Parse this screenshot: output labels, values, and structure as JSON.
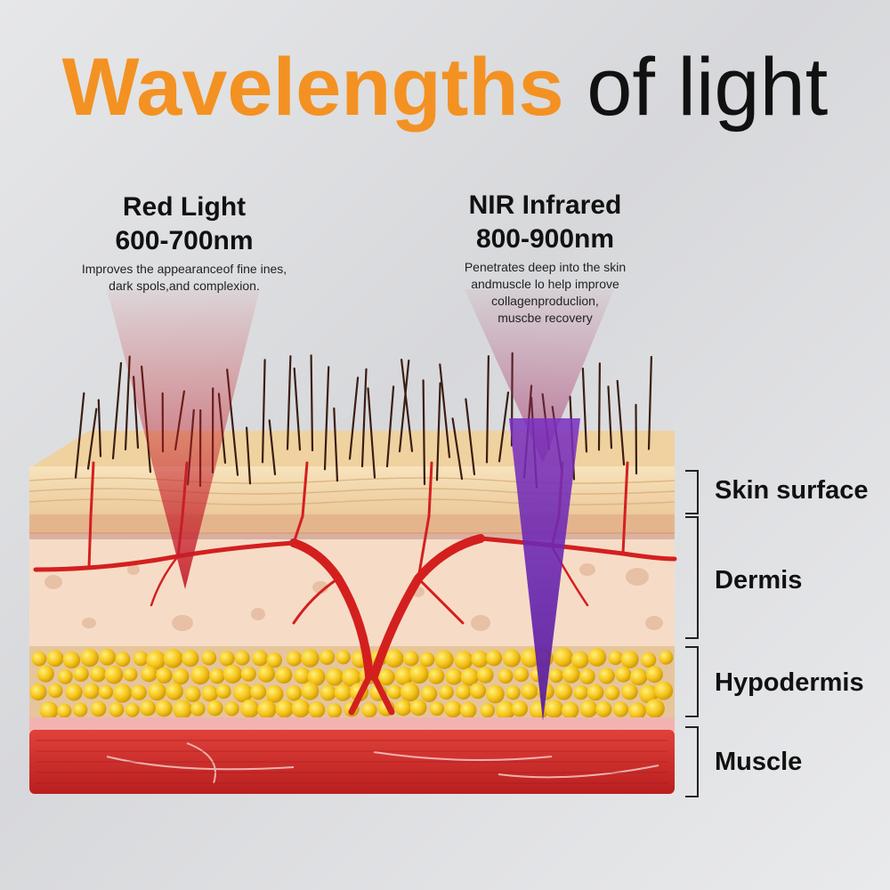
{
  "title": {
    "highlight": "Wavelengths",
    "rest": "of light",
    "highlight_color": "#f39222"
  },
  "red_light": {
    "name": "Red Light",
    "range": "600-700nm",
    "desc_line1": "Improves the appearanceof fine ines,",
    "desc_line2": "dark spols,and complexion.",
    "beam_color": "#c41e2a"
  },
  "nir_light": {
    "name": "NIR Infrared",
    "range": "800-900nm",
    "desc_line1": "Penetrates deep into the skin",
    "desc_line2": "andmuscle lo help improve",
    "desc_line3": "collagenproduclion,",
    "desc_line4": "muscbe recovery",
    "beam_color": "#7a2fc0"
  },
  "layers": {
    "skin_surface": "Skin surface",
    "dermis": "Dermis",
    "hypodermis": "Hypodermis",
    "muscle": "Muscle"
  },
  "colors": {
    "skin": "#f1d7a6",
    "dermis": "#f6dcc6",
    "fat": "#f5c318",
    "muscle": "#d8312c",
    "vessel": "#d41f1f"
  }
}
